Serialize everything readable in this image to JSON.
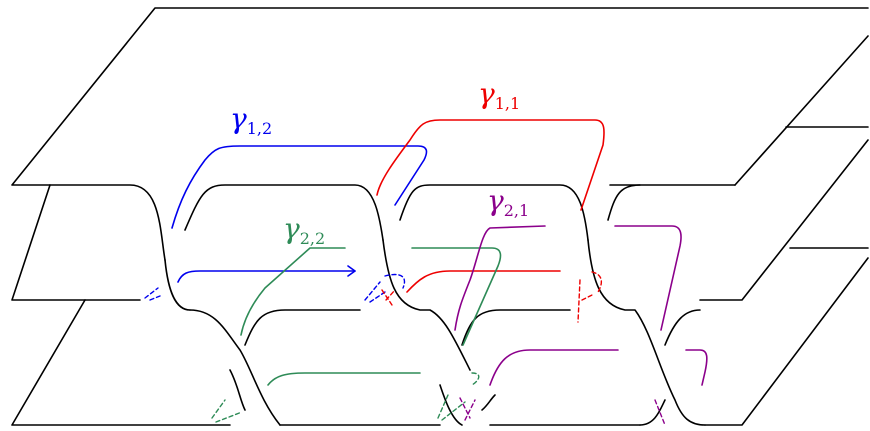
{
  "labels": {
    "gamma_1_2": {
      "symbol": "γ",
      "sub": "1,2"
    },
    "gamma_1_1": {
      "symbol": "γ",
      "sub": "1,1"
    },
    "gamma_2_2": {
      "symbol": "γ",
      "sub": "2,2"
    },
    "gamma_2_1": {
      "symbol": "γ",
      "sub": "2,1"
    }
  },
  "colors": {
    "sheet": "#000000",
    "gamma_1_2": "#0000ee",
    "gamma_1_1": "#ee0000",
    "gamma_2_2": "#2e8b57",
    "gamma_2_1": "#8b008b"
  }
}
